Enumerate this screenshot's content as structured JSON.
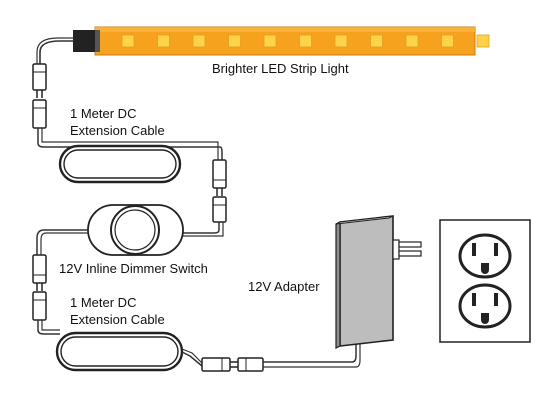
{
  "labels": {
    "strip": "Brighter LED Strip Light",
    "cable1": [
      "1 Meter DC",
      "Extension Cable"
    ],
    "dimmer": "12V Inline Dimmer Switch",
    "cable2": [
      "1 Meter DC",
      "Extension Cable"
    ],
    "adapter": "12V Adapter"
  },
  "colors": {
    "strip_orange": "#f7a21e",
    "strip_led": "#ffd24a",
    "strip_endcap": "#222222",
    "adapter_gray": "#bdbdbd",
    "outline": "#222222",
    "wire": "#333333"
  },
  "led_count": 11,
  "icons": [
    "led-strip-icon",
    "connector-icon",
    "cable-coil-icon",
    "dimmer-knob-icon",
    "power-adapter-icon",
    "wall-outlet-icon"
  ]
}
